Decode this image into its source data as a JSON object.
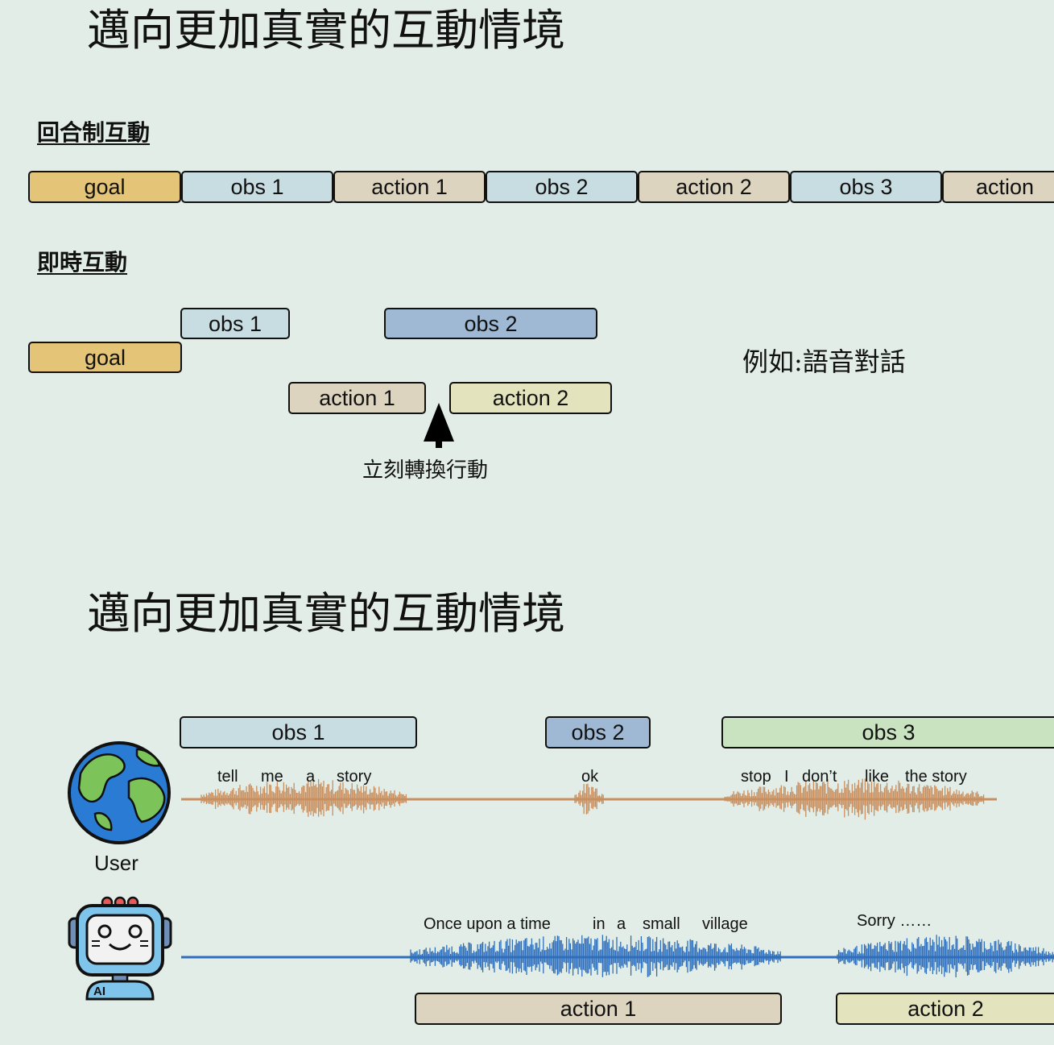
{
  "title_top": "邁向更加真實的互動情境",
  "title_bottom": "邁向更加真實的互動情境",
  "turn_based": {
    "label": "回合制互動",
    "blocks": [
      "goal",
      "obs 1",
      "action 1",
      "obs 2",
      "action 2",
      "obs 3",
      "action"
    ]
  },
  "realtime": {
    "label": "即時互動",
    "goal": "goal",
    "obs1": "obs 1",
    "obs2": "obs 2",
    "action1": "action 1",
    "action2": "action 2",
    "switch_caption": "立刻轉換行動",
    "example": "例如:語音對話"
  },
  "speech": {
    "user_label": "User",
    "ai_badge": "AI",
    "obs1": "obs 1",
    "obs2": "obs 2",
    "obs3": "obs 3",
    "action1": "action 1",
    "action2": "action 2",
    "user_words": [
      "tell",
      "me",
      "a",
      "story",
      "ok",
      "stop",
      "I",
      "don’t",
      "like",
      "the story"
    ],
    "ai_words": [
      "Once upon a time",
      "in",
      "a",
      "small",
      "village",
      "Sorry ……"
    ]
  },
  "colors": {
    "background": "#e1ede6",
    "goal": "#e4c476",
    "obs_light": "#c8dde2",
    "obs_mid": "#9fb9d4",
    "obs_green": "#c9e3c0",
    "action": "#ddd4c0",
    "action_alt": "#e3e4bd",
    "user_wave": "#c98f5f",
    "ai_wave": "#2e6fbd"
  }
}
